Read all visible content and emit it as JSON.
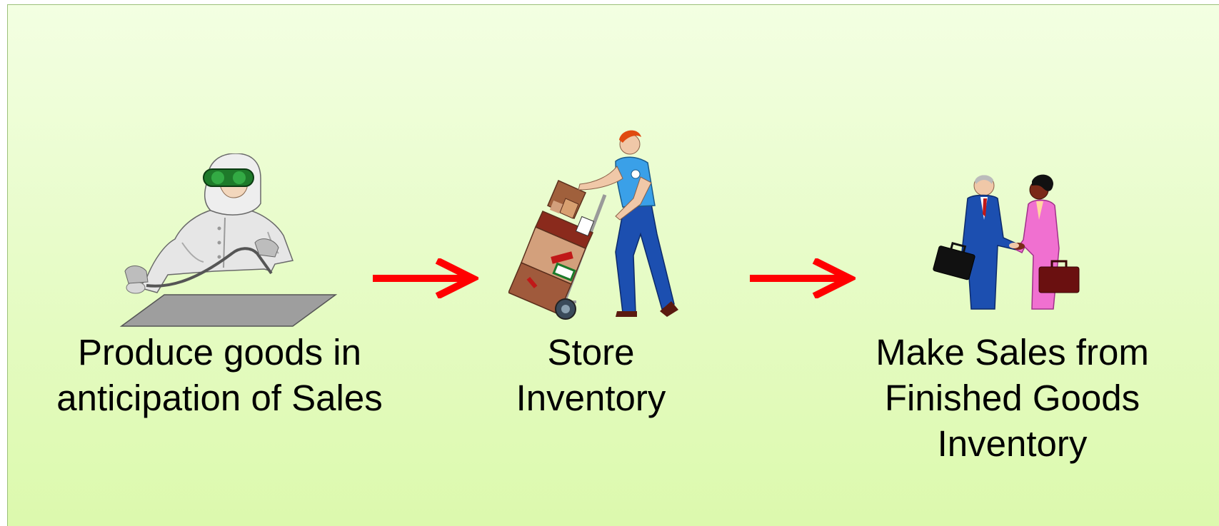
{
  "diagram": {
    "steps": [
      {
        "id": "produce",
        "icon": "worker-in-cleanroom-suit-icon",
        "label_lines": [
          "Produce goods in",
          "anticipation of Sales"
        ]
      },
      {
        "id": "store",
        "icon": "worker-with-hand-truck-icon",
        "label_lines": [
          "Store",
          "Inventory"
        ]
      },
      {
        "id": "sell",
        "icon": "business-handshake-icon",
        "label_lines": [
          "Make Sales from",
          "Finished Goods",
          "Inventory"
        ]
      }
    ],
    "arrows": [
      {
        "from": "produce",
        "to": "store",
        "color": "#ff0000"
      },
      {
        "from": "store",
        "to": "sell",
        "color": "#ff0000"
      }
    ],
    "colors": {
      "background_top": "#f3ffe2",
      "background_bottom": "#dcf9ad",
      "border": "#9cc07a",
      "arrow": "#ff0000",
      "text": "#000000"
    }
  }
}
